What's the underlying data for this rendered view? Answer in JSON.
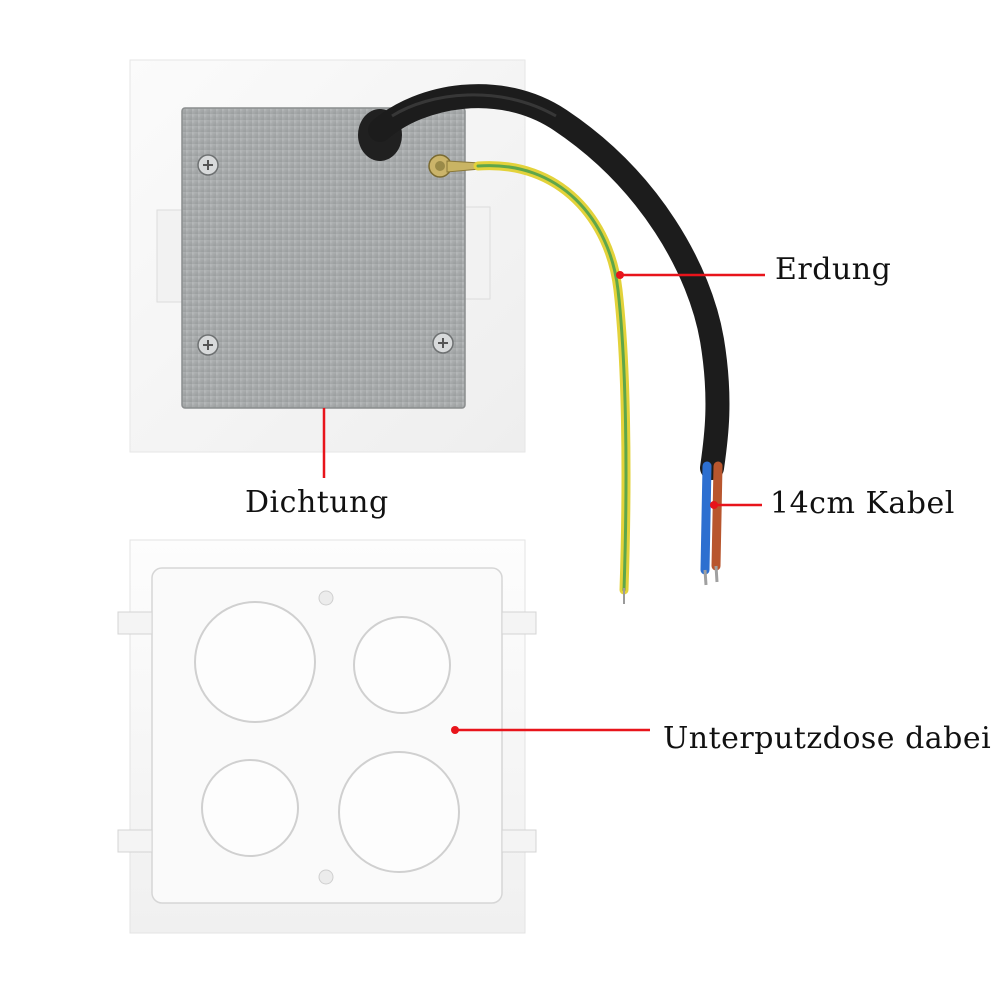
{
  "labels": {
    "erdung": "Erdung",
    "dichtung": "Dichtung",
    "kabel": "14cm Kabel",
    "dose": "Unterputzdose dabei"
  },
  "colors": {
    "callout_line": "#e8141b",
    "plate_gray": "#a9acad",
    "cable_black": "#1c1c1c",
    "earth_yellow": "#e3d23a",
    "earth_green": "#3d9b4f",
    "wire_blue": "#2d6fd0",
    "wire_brown": "#b8562e",
    "frame_white": "#f8f8f8"
  }
}
